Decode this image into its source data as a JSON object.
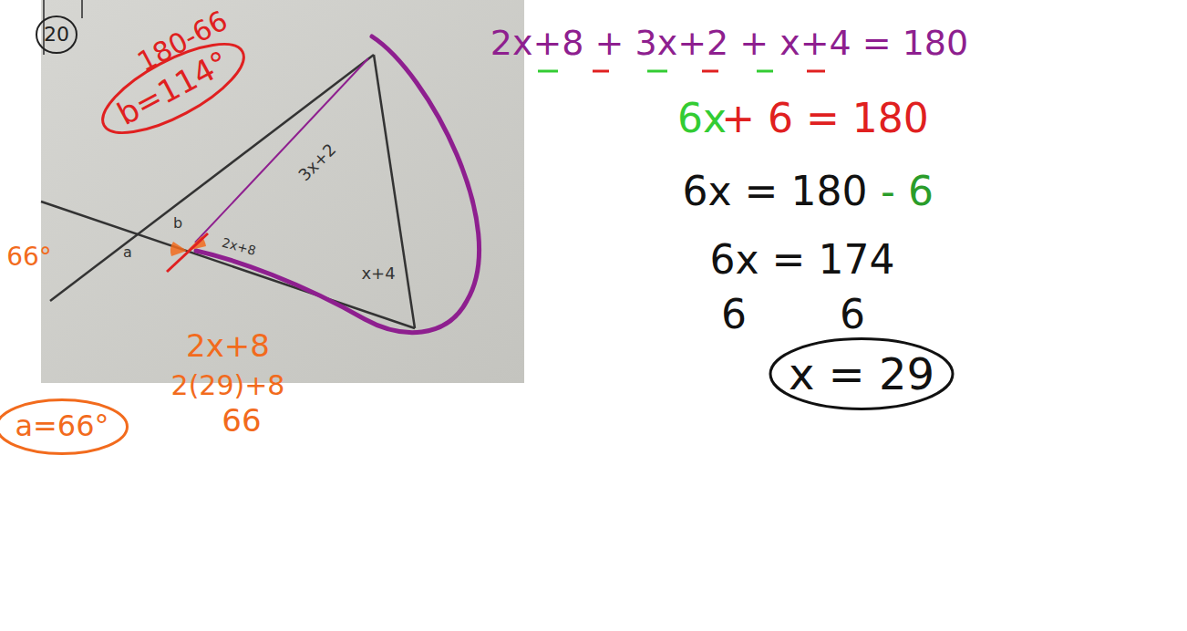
{
  "diagram": {
    "labels": [
      "20",
      "180-66",
      "b=114°",
      "3x+2",
      "b",
      "a",
      "2x+8",
      "x+4",
      "66°",
      "2x+8",
      "2(29)+8",
      "a=66°",
      "66",
      "2x+8 + 3x+2 + x+4 = 180",
      "6x",
      "+ 6 = 180",
      "6x = 180",
      "- 6",
      "6x = 174",
      "6",
      "6",
      "x = 29"
    ]
  }
}
